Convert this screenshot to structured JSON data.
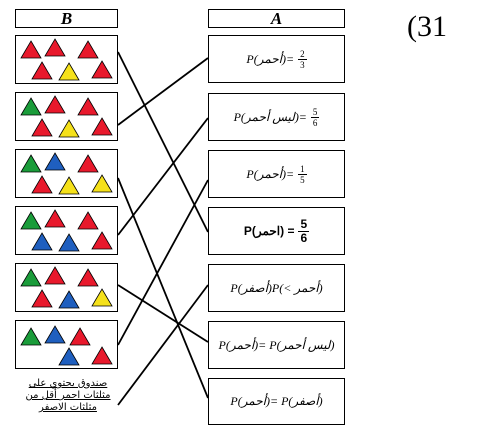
{
  "question_number": "(31",
  "headers": {
    "b": "B",
    "a": "A"
  },
  "column_a": [
    {
      "text": "P(أحمر)=",
      "num": "2",
      "den": "3"
    },
    {
      "text": "P(ليس أحمر)=",
      "num": "5",
      "den": "6"
    },
    {
      "text": "P(أحمر)=",
      "num": "1",
      "den": "5"
    },
    {
      "text": "P(احمر) = ",
      "num": "5",
      "den": "6"
    },
    {
      "text": "P(أصفر)P(< أحمر)"
    },
    {
      "text": "P(أحمر)= P(ليس أحمر)"
    },
    {
      "text": "P(أحمر)= P(أصفر)"
    }
  ],
  "column_b_last_text": "صندوق يحتوي على مثلثات احمر أقل من مثلثات الاصفر",
  "colors": {
    "red": "#e8192c",
    "yellow": "#f5e11a",
    "green": "#1a9c3a",
    "blue": "#1f5fbf"
  }
}
